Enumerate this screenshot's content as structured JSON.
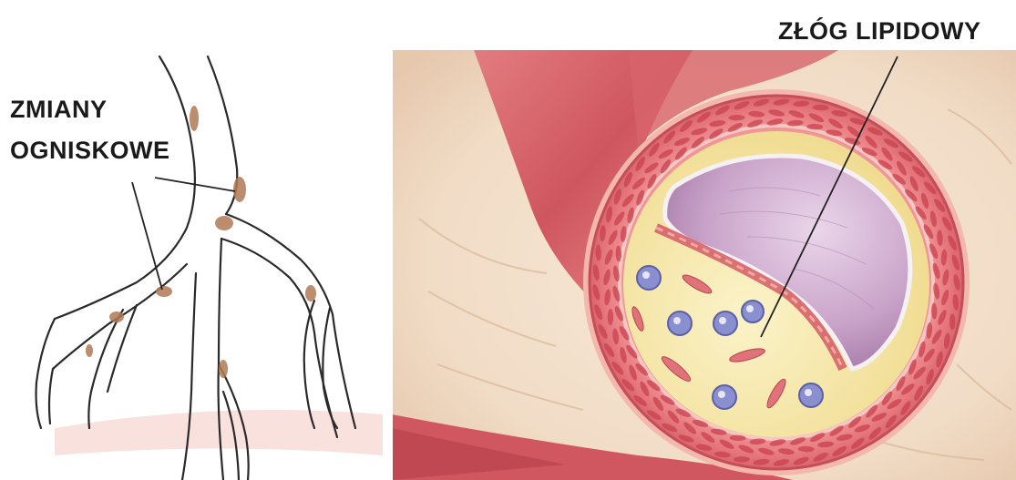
{
  "labels": {
    "focal_lesions": {
      "line1": "ZMIANY",
      "line2": "OGNISKOWE"
    },
    "lipid_deposit": "ZŁÓG LIPIDOWY"
  },
  "icons": {
    "left_panel": "branching-artery-illustration",
    "right_panel": "artery-cross-section-illustration"
  },
  "colors": {
    "artery_wall": "#e77a7f",
    "wall_cell": "#c8424d",
    "lumen": "#c9a3c9",
    "lipid_plaque": "#f7e9a6",
    "foam_cell": "#8a8fd0",
    "lesion_spot": "#b07a55",
    "tissue_background": "#f1dcc6",
    "muscle": "#d9646b",
    "label_text": "#1a1a1a"
  }
}
